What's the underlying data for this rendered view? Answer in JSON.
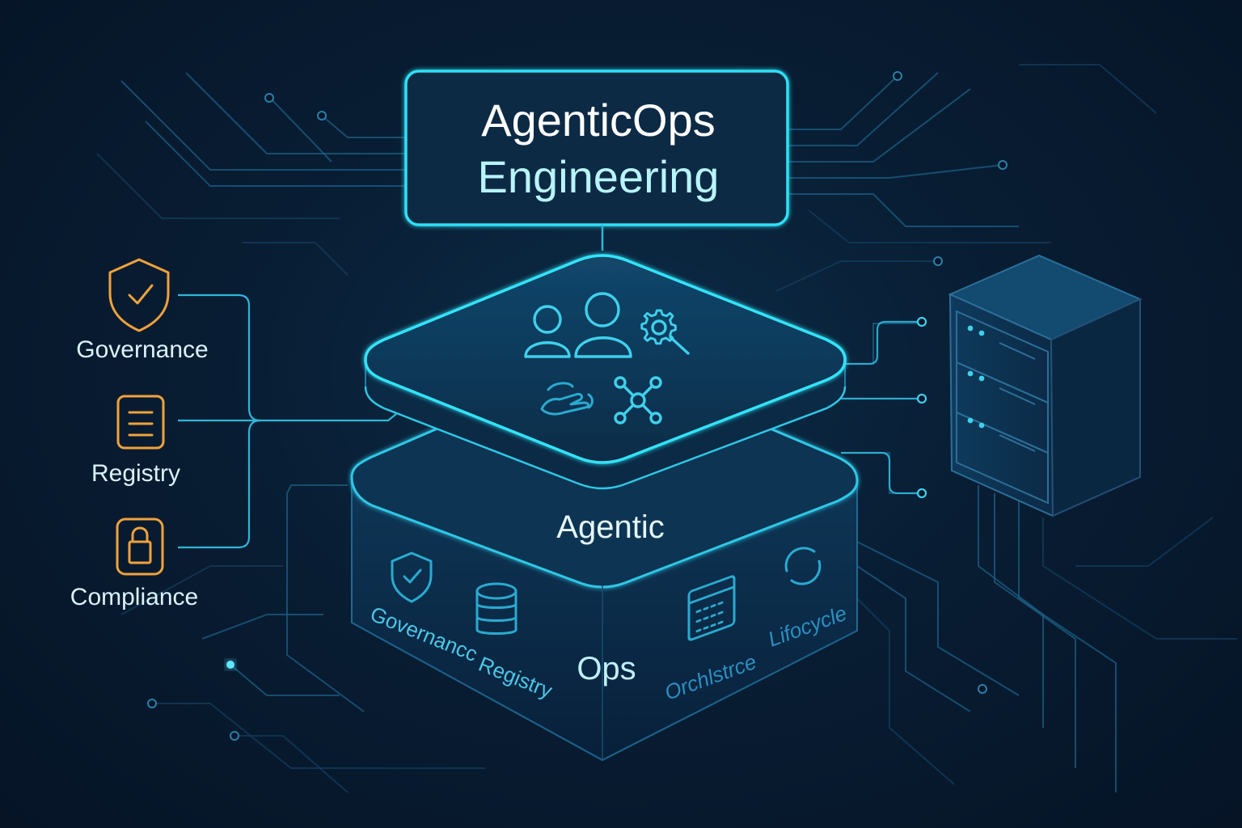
{
  "title": {
    "line1": "AgenticOps",
    "line2": "Engineering"
  },
  "left_panel": {
    "items": [
      {
        "label": "Governance",
        "icon": "shield-check-icon"
      },
      {
        "label": "Registry",
        "icon": "document-list-icon"
      },
      {
        "label": "Compliance",
        "icon": "padlock-icon"
      }
    ]
  },
  "platform": {
    "top_layer_icons": [
      "users-icon",
      "gear-wrench-icon",
      "hand-icon",
      "network-icon"
    ],
    "base_label_top": "Agentic",
    "base_label_bottom": "Ops",
    "front_left_labels": [
      "Governancc",
      "Registry"
    ],
    "front_right_labels": [
      "Orchlstrce",
      "Lifocycle"
    ]
  },
  "colors": {
    "background": "#07172a",
    "accent_cyan": "#3fd0ec",
    "accent_orange": "#f0a23c",
    "trace_blue": "#1c5f84"
  }
}
